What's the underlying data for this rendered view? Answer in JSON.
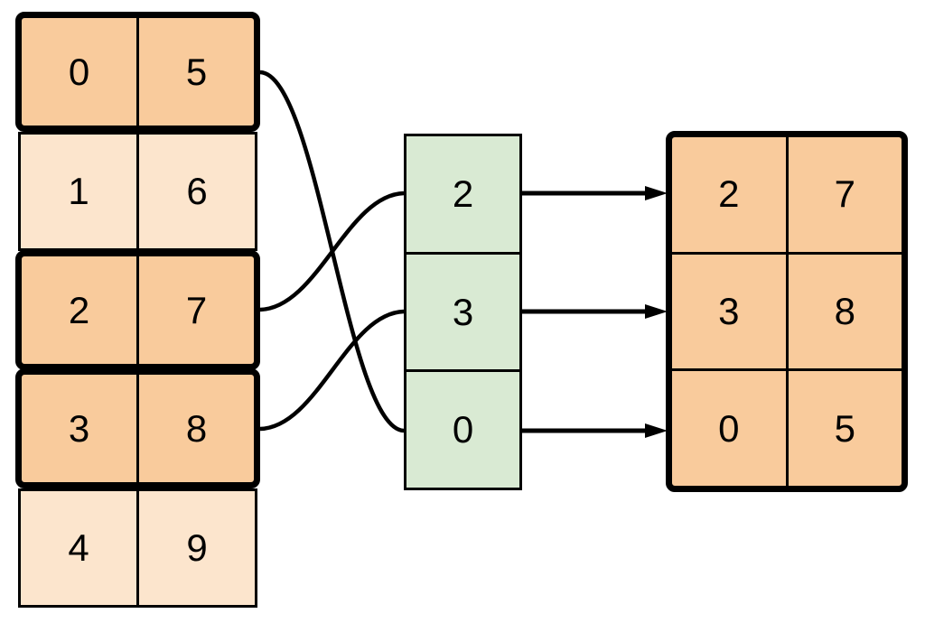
{
  "source_table": {
    "columns": 2,
    "rows": [
      [
        "0",
        "5"
      ],
      [
        "1",
        "6"
      ],
      [
        "2",
        "7"
      ],
      [
        "3",
        "8"
      ],
      [
        "4",
        "9"
      ]
    ],
    "highlighted_row_indices": [
      0,
      2,
      3
    ]
  },
  "index_table": {
    "values": [
      "2",
      "3",
      "0"
    ]
  },
  "result_table": {
    "columns": 2,
    "rows": [
      [
        "2",
        "7"
      ],
      [
        "3",
        "8"
      ],
      [
        "0",
        "5"
      ]
    ]
  },
  "connections": {
    "curves": [
      {
        "from_source_row": 0,
        "to_index_cell": 2
      },
      {
        "from_source_row": 2,
        "to_index_cell": 0
      },
      {
        "from_source_row": 3,
        "to_index_cell": 1
      }
    ],
    "arrows": [
      {
        "from_index_cell": 0,
        "to_result_row": 0
      },
      {
        "from_index_cell": 1,
        "to_result_row": 1
      },
      {
        "from_index_cell": 2,
        "to_result_row": 2
      }
    ]
  },
  "colors": {
    "highlight_fill": "#f9cb9c",
    "dim_fill": "#fce5cd",
    "index_fill": "#d9ead3",
    "stroke": "#000000",
    "text": "#000000",
    "background": "#ffffff"
  }
}
